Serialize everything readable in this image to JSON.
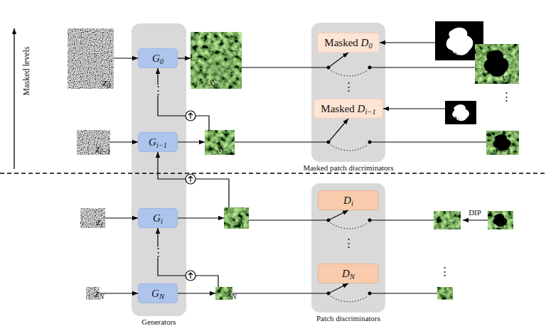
{
  "diagram": {
    "nodes": [
      {
        "text": [
          "z0"
        ]
      },
      {
        "text": [
          "zi−1"
        ]
      },
      {
        "text": [
          "zi"
        ]
      },
      {
        "text": [
          "zN"
        ]
      },
      {
        "text": [
          "Generators"
        ]
      },
      {
        "text": [
          "G0"
        ],
        "in": 4
      },
      {
        "text": [
          "Gi−1"
        ],
        "in": 4
      },
      {
        "text": [
          "Gi"
        ],
        "in": 4
      },
      {
        "text": [
          "GN"
        ],
        "in": 4
      },
      {
        "text": [
          "x̃0"
        ]
      },
      {
        "text": [
          "x̃i−1"
        ]
      },
      {
        "text": [
          "x̃i"
        ]
      },
      {
        "text": [
          "x̃N"
        ]
      },
      {
        "text": [
          "Masked patch discriminators"
        ]
      },
      {
        "text": [
          "Masked D0"
        ],
        "in": 13
      },
      {
        "text": [
          "Masked Di−1"
        ],
        "in": 13
      },
      {
        "text": [
          "Patch discriminators"
        ]
      },
      {
        "text": [
          "Di"
        ],
        "in": 16
      },
      {
        "text": [
          "DN"
        ],
        "in": 16
      },
      {
        "text": [
          "m0"
        ]
      },
      {
        "text": [
          "y0"
        ]
      },
      {
        "text": [
          "mi−1"
        ]
      },
      {
        "text": [
          "yi−1"
        ]
      },
      {
        "text": [
          "yi"
        ]
      }
    ],
    "edges": [
      {
        "from": 0,
        "to": 5,
        "arrow": "to"
      },
      {
        "from": 1,
        "to": 6,
        "arrow": "to"
      },
      {
        "from": 2,
        "to": 7,
        "arrow": "to"
      },
      {
        "from": 3,
        "to": 8,
        "arrow": "to"
      },
      {
        "from": 5,
        "to": 9,
        "arrow": "to"
      },
      {
        "from": 6,
        "to": 10,
        "arrow": "to"
      },
      {
        "from": 7,
        "to": 11,
        "arrow": "to"
      },
      {
        "from": 8,
        "to": 12,
        "arrow": "to"
      },
      {
        "from": 10,
        "to": 5,
        "arrow": "to"
      },
      {
        "from": 11,
        "to": 6,
        "arrow": "to"
      },
      {
        "from": 12,
        "to": 7,
        "arrow": "to"
      },
      {
        "from": 9,
        "to": 14,
        "arrow": "to"
      },
      {
        "from": 10,
        "to": 15,
        "arrow": "to"
      },
      {
        "from": 11,
        "to": 17,
        "arrow": "to"
      },
      {
        "from": 12,
        "to": 18,
        "arrow": "to"
      },
      {
        "from": 19,
        "to": 14,
        "arrow": "to"
      },
      {
        "from": 21,
        "to": 15,
        "arrow": "to"
      }
    ],
    "labels": [
      "Masked levels",
      "⋮",
      "⋮",
      "⋮",
      "⋮",
      "⋮",
      "⋮",
      "DIP"
    ]
  }
}
